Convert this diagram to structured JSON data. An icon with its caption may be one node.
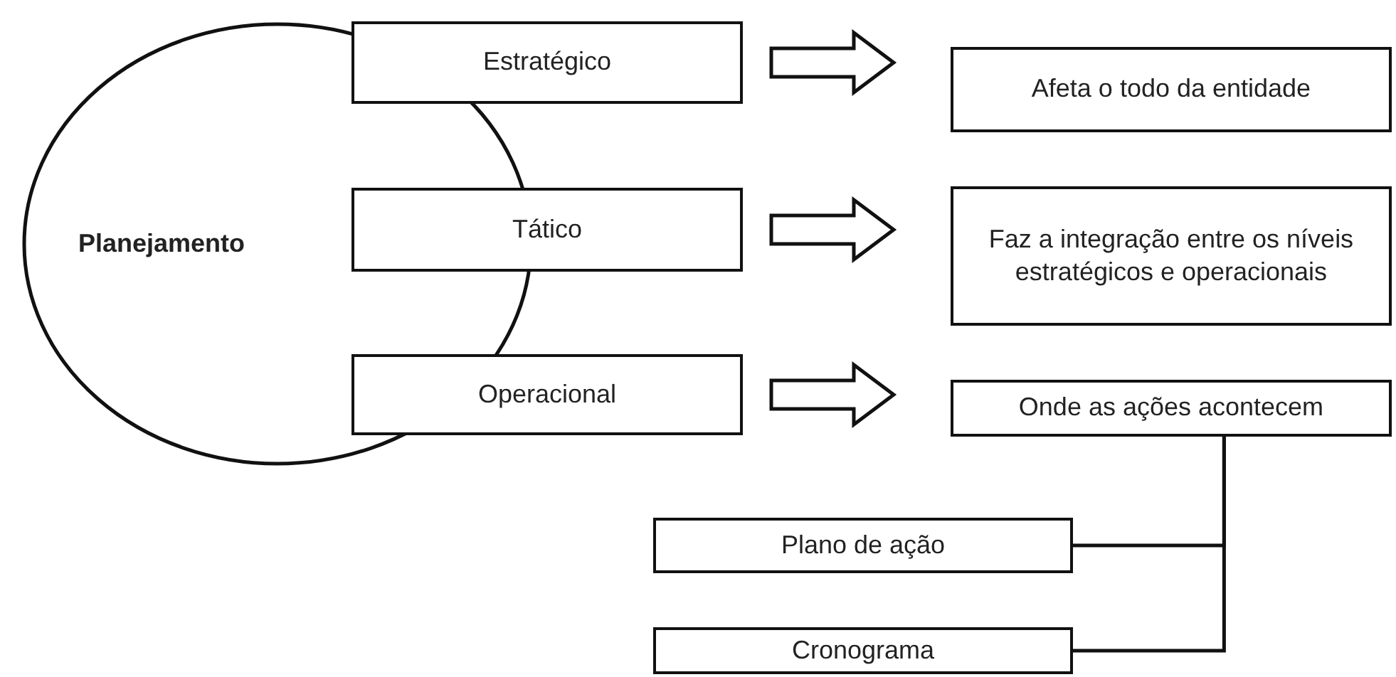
{
  "diagram": {
    "nodes": [
      {
        "text": [
          "Planejamento"
        ]
      },
      {
        "text": [
          "Estratégico"
        ]
      },
      {
        "text": [
          "Tático"
        ]
      },
      {
        "text": [
          "Operacional"
        ]
      },
      {
        "text": [
          "Afeta o todo da entidade"
        ]
      },
      {
        "text": [
          "Faz a integração entre os níveis estratégicos e operacionais"
        ]
      },
      {
        "text": [
          "Onde as ações acontecem"
        ]
      },
      {
        "text": [
          "Plano de ação"
        ]
      },
      {
        "text": [
          "Cronograma"
        ]
      }
    ],
    "edges": [
      {
        "from": 1,
        "to": 4,
        "arrow": "to"
      },
      {
        "from": 2,
        "to": 5,
        "arrow": "to"
      },
      {
        "from": 3,
        "to": 6,
        "arrow": "to"
      },
      {
        "from": 6,
        "to": 7,
        "arrow": "none"
      },
      {
        "from": 6,
        "to": 8,
        "arrow": "none"
      }
    ]
  }
}
